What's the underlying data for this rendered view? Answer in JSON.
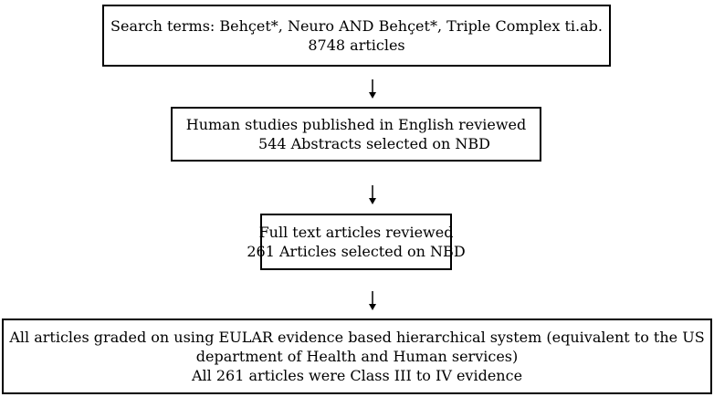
{
  "boxes": [
    {
      "lines": [
        "Search terms:  Behçet*, Neuro AND Behçet*, Triple Complex ti.ab.",
        "8748 articles"
      ]
    },
    {
      "lines": [
        "Human studies published in English reviewed",
        "544 Abstracts selected on NBD"
      ]
    },
    {
      "lines": [
        "Full text articles reviewed",
        "261 Articles selected on NBD"
      ]
    },
    {
      "lines": [
        "All articles graded on using EULAR evidence based hierarchical system (equivalent to the US",
        "department of Health and Human services)",
        "All 261 articles were Class III to IV evidence"
      ]
    }
  ],
  "arrows": [
    {
      "from": "search-box",
      "to": "human-studies-box"
    },
    {
      "from": "human-studies-box",
      "to": "full-text-box"
    },
    {
      "from": "full-text-box",
      "to": "grading-box"
    }
  ]
}
